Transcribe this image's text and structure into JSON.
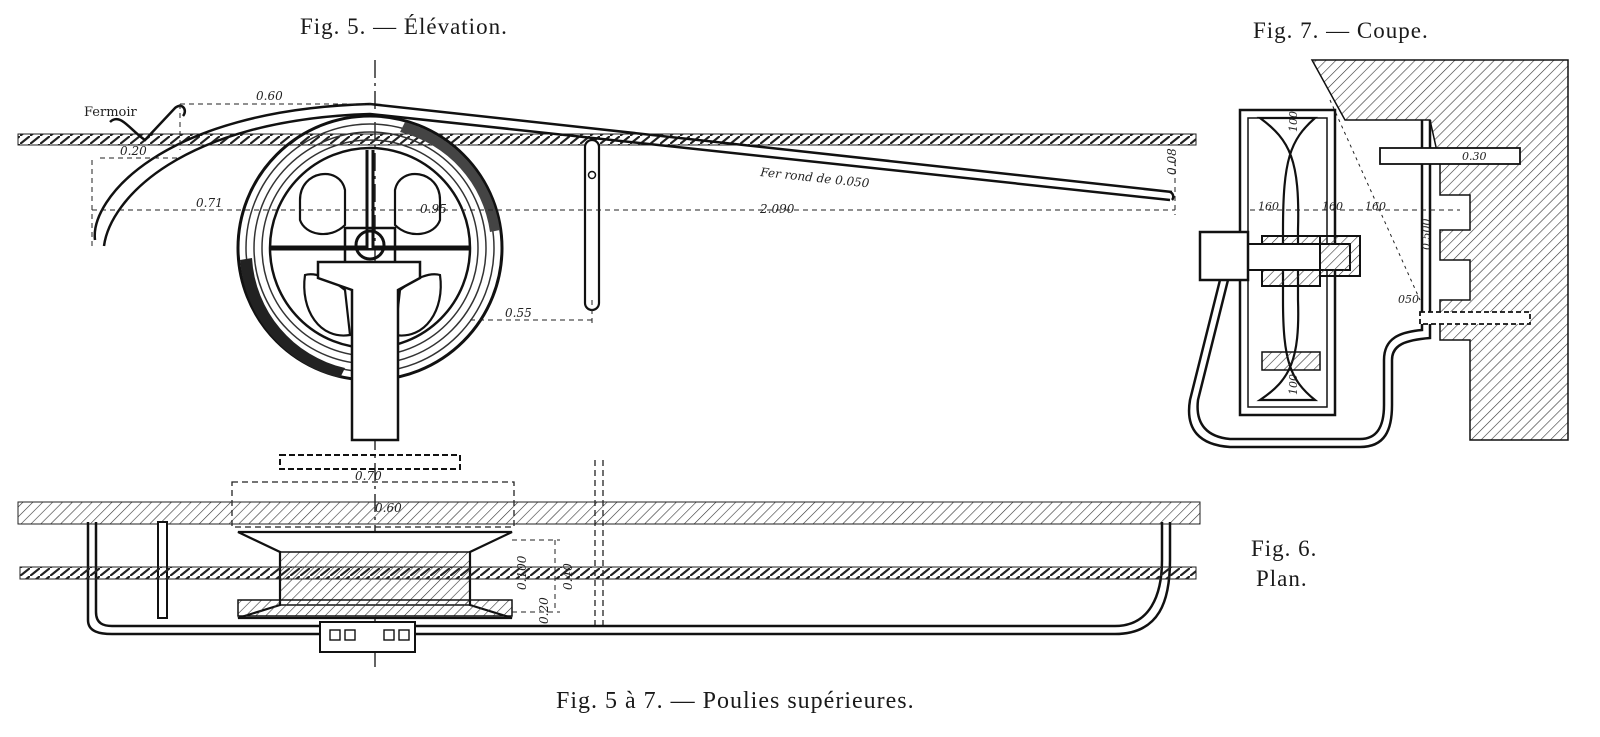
{
  "captions": {
    "fig5": "Fig. 5. — Élévation.",
    "fig7": "Fig. 7. — Coupe.",
    "fig6_line1": "Fig. 6.",
    "fig6_line2": "Plan.",
    "main": "Fig. 5 à 7. — Poulies supérieures."
  },
  "labels": {
    "fermoir": "Fermoir",
    "rod": "Fer rond de 0.050",
    "d_060": "0.60",
    "d_020": "0.20",
    "d_071": "0.71",
    "d_095": "0.95",
    "d_2090": "2.090",
    "d_008": "0.08",
    "d_055": "0.55",
    "d_070": "0.70",
    "d_060b": "0.60",
    "d_040": "0.40",
    "d_100": "0.100",
    "d_020b": "0.20",
    "s_100a": "100",
    "s_100b": "100",
    "s_160a": "160",
    "s_160b": "160",
    "s_160c": "160",
    "s_0500": "0.500",
    "s_050": "050",
    "s_030": "0.30"
  },
  "colors": {
    "ink": "#1a1a1a",
    "paper": "#ffffff"
  }
}
